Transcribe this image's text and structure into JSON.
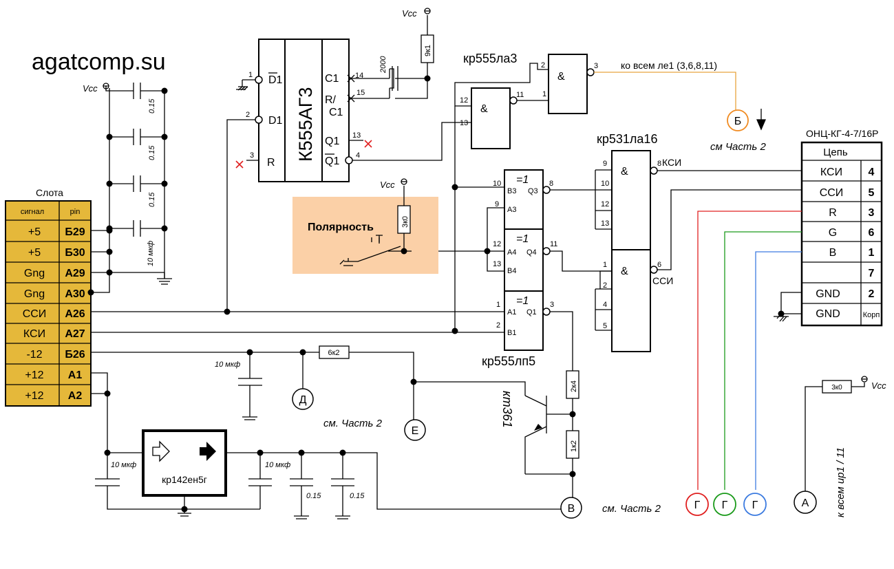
{
  "site": "agatcomp.su",
  "vcc": "Vcc",
  "slot": {
    "title": "Слота",
    "header": [
      "сигнал",
      "pin"
    ],
    "rows": [
      {
        "signal": "+5",
        "pin": "Б29"
      },
      {
        "signal": "+5",
        "pin": "Б30"
      },
      {
        "signal": "Gng",
        "pin": "А29"
      },
      {
        "signal": "Gng",
        "pin": "А30"
      },
      {
        "signal": "ССИ",
        "pin": "А26"
      },
      {
        "signal": "КСИ",
        "pin": "А27"
      },
      {
        "signal": "-12",
        "pin": "Б26"
      },
      {
        "signal": "+12",
        "pin": "А1"
      },
      {
        "signal": "+12",
        "pin": "А2"
      }
    ],
    "fill_color": "#e5b83a"
  },
  "connector": {
    "title": "ОНЦ-КГ-4-7/16Р",
    "header": "Цепь",
    "rows": [
      {
        "signal": "КСИ",
        "pin": "4"
      },
      {
        "signal": "ССИ",
        "pin": "5"
      },
      {
        "signal": "R",
        "pin": "3"
      },
      {
        "signal": "G",
        "pin": "6"
      },
      {
        "signal": "B",
        "pin": "1"
      },
      {
        "signal": "",
        "pin": "7"
      },
      {
        "signal": "GND",
        "pin": "2"
      },
      {
        "signal": "GND",
        "pin": "Корп"
      }
    ]
  },
  "chips": {
    "ag3": {
      "name": "К555АГ3",
      "pins": {
        "d1a": "D1",
        "d1b": "D1",
        "r": "R",
        "c1": "C1",
        "rc1_top": "R/",
        "rc1_bot": "C1",
        "q1": "Q1",
        "q1n": "Q1"
      }
    },
    "la3": {
      "name": "кр555ла3",
      "symbol": "&"
    },
    "la16": {
      "name": "кр531ла16",
      "symbol": "&",
      "ksi": "КСИ",
      "ssi": "ССИ"
    },
    "lp5": {
      "name": "кр555лп5",
      "symbol": "=1",
      "pins": {
        "b3": "В3",
        "q3": "Q3",
        "a3": "А3",
        "a4": "А4",
        "q4": "Q4",
        "b4": "В4",
        "a1": "А1",
        "q1": "Q1",
        "b1": "В1"
      }
    },
    "en5": {
      "name": "кр142ен5г"
    }
  },
  "pin_numbers": {
    "ag3": [
      "1",
      "2",
      "3",
      "14",
      "15",
      "13",
      "4"
    ],
    "la3": [
      "2",
      "3",
      "1",
      "11",
      "12",
      "13"
    ],
    "lp5": [
      "10",
      "8",
      "9",
      "12",
      "11",
      "13",
      "1",
      "3",
      "2"
    ],
    "la16": [
      "9",
      "10",
      "12",
      "13",
      "8",
      "1",
      "2",
      "4",
      "5",
      "6"
    ]
  },
  "components": {
    "cap_015": "0.15",
    "cap_10": "10 мкф",
    "cap_2000": "2000",
    "r_9k1": "9к1",
    "r_3k0": "3к0",
    "r_6k2": "6к2",
    "r_2k4": "2к4",
    "r_1k2": "1к2",
    "r_3k0_small": "3к0",
    "transistor": "кт361"
  },
  "polarity": {
    "label": "Полярность",
    "bg_color": "#fbd0a7"
  },
  "notes": {
    "to_le1": "ко всем ле1 (3,6,8,11)",
    "part2_b": "см Часть 2",
    "part2_d": "см. Часть 2",
    "part2_v": "см. Часть 2",
    "to_ir1": "к всем ир1 / 11"
  },
  "refs": {
    "b": "Б",
    "d": "Д",
    "e": "Е",
    "v": "В",
    "g": "Г",
    "a": "А"
  },
  "wire_colors": {
    "orange": "#e8a33d",
    "red": "#e02020",
    "green": "#1a9a1a",
    "blue": "#3c7be0",
    "ref_b": "#f08a20",
    "ref_g_red": "#e02020",
    "ref_g_green": "#1a9a1a",
    "ref_g_blue": "#3c7be0",
    "no_connect": "#e02020"
  }
}
